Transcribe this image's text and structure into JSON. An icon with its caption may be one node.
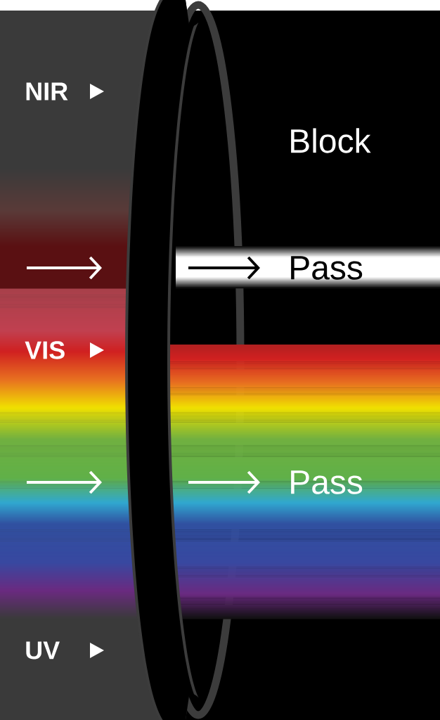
{
  "diagram": {
    "labels": [
      "NIR",
      "Block",
      "Pass",
      "VIS",
      "Pass",
      "UV"
    ]
  }
}
